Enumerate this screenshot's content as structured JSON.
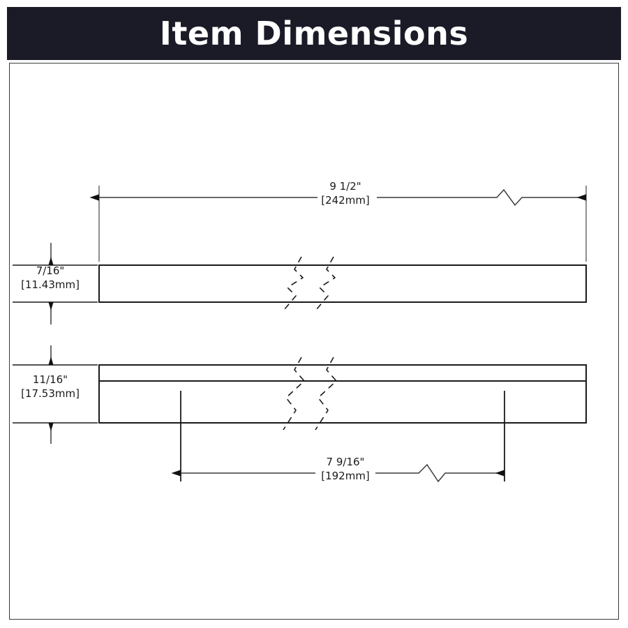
{
  "header": {
    "title": "Item Dimensions",
    "background_color": "#1b1b27",
    "text_color": "#ffffff"
  },
  "drawing": {
    "line_color": "#1a1a1a",
    "background_color": "#ffffff",
    "border_color": "#3a3a3a",
    "description": "Technical dimension drawing of a bar pull handle shown in two views with break symbols"
  },
  "dimensions": {
    "overall_length": {
      "name": "overall-length",
      "imperial": "9 1/2\"",
      "metric": "[242mm]",
      "orientation": "horizontal",
      "position": "top"
    },
    "center_to_center": {
      "name": "center-to-center",
      "imperial": "7 9/16\"",
      "metric": "[192mm]",
      "orientation": "horizontal",
      "position": "bottom"
    },
    "depth": {
      "name": "bar-depth",
      "imperial": "7/16\"",
      "metric": "[11.43mm]",
      "orientation": "vertical",
      "position": "left-upper"
    },
    "projection": {
      "name": "bar-projection",
      "imperial": "11/16\"",
      "metric": "[17.53mm]",
      "orientation": "vertical",
      "position": "left-lower"
    }
  }
}
